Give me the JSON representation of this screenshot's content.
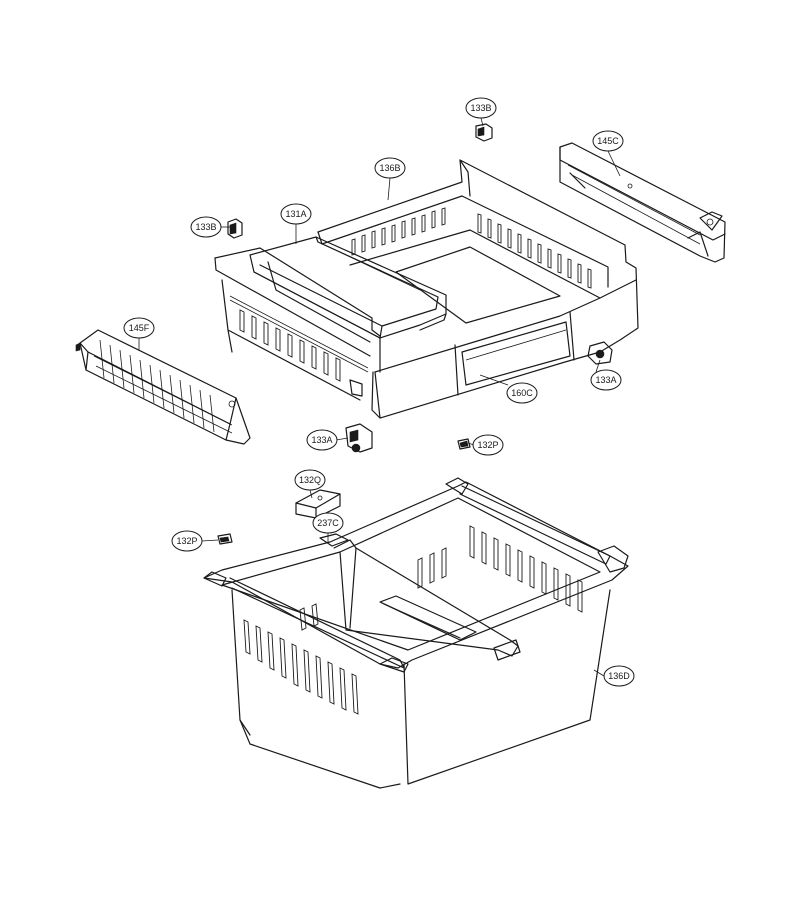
{
  "callouts": [
    {
      "id": "133B_top",
      "label": "133B"
    },
    {
      "id": "145C",
      "label": "145C"
    },
    {
      "id": "136B",
      "label": "136B"
    },
    {
      "id": "133B_left",
      "label": "133B"
    },
    {
      "id": "131A",
      "label": "131A"
    },
    {
      "id": "145F",
      "label": "145F"
    },
    {
      "id": "133A_right",
      "label": "133A"
    },
    {
      "id": "160C",
      "label": "160C"
    },
    {
      "id": "133A_left",
      "label": "133A"
    },
    {
      "id": "132P_right",
      "label": "132P"
    },
    {
      "id": "132Q",
      "label": "132Q"
    },
    {
      "id": "237C",
      "label": "237C"
    },
    {
      "id": "132P_left",
      "label": "132P"
    },
    {
      "id": "136D",
      "label": "136D"
    }
  ]
}
